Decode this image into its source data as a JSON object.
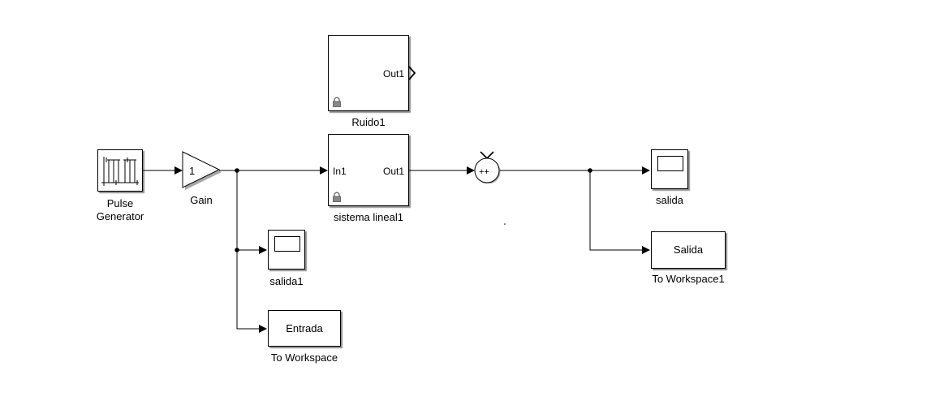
{
  "blocks": {
    "pulse_generator": {
      "label_line1": "Pulse",
      "label_line2": "Generator"
    },
    "gain": {
      "label": "Gain",
      "value": "1"
    },
    "noise": {
      "label": "Ruido1",
      "out_port": "Out1"
    },
    "system": {
      "label": "sistema lineal1",
      "in_port": "In1",
      "out_port": "Out1"
    },
    "sum": {
      "signs": "++"
    },
    "scope_out": {
      "label": "salida"
    },
    "scope_in": {
      "label": "salida1"
    },
    "ws_out": {
      "variable": "Salida",
      "label": "To Workspace1"
    },
    "ws_in": {
      "variable": "Entrada",
      "label": "To Workspace"
    }
  }
}
